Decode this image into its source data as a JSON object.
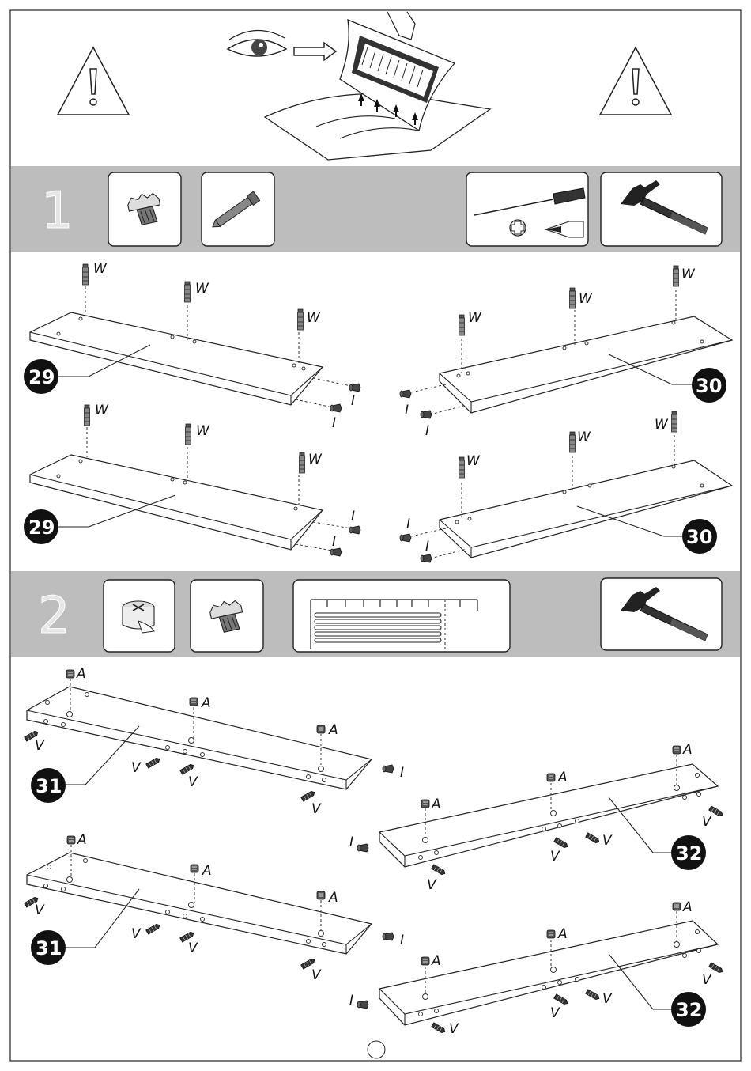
{
  "steps": [
    {
      "number": "1",
      "icons": [
        "locking-cam-icon",
        "wood-dowel-icon",
        "screwdriver-icon",
        "hammer-icon"
      ]
    },
    {
      "number": "2",
      "icons": [
        "cam-lock-icon",
        "locking-cam-icon",
        "hole-template-icon",
        "hammer-icon"
      ]
    }
  ],
  "labels": {
    "W": "W",
    "I": "I",
    "A": "A",
    "V": "V"
  },
  "parts": {
    "p29": "29",
    "p30": "30",
    "p31": "31",
    "p32": "32"
  }
}
